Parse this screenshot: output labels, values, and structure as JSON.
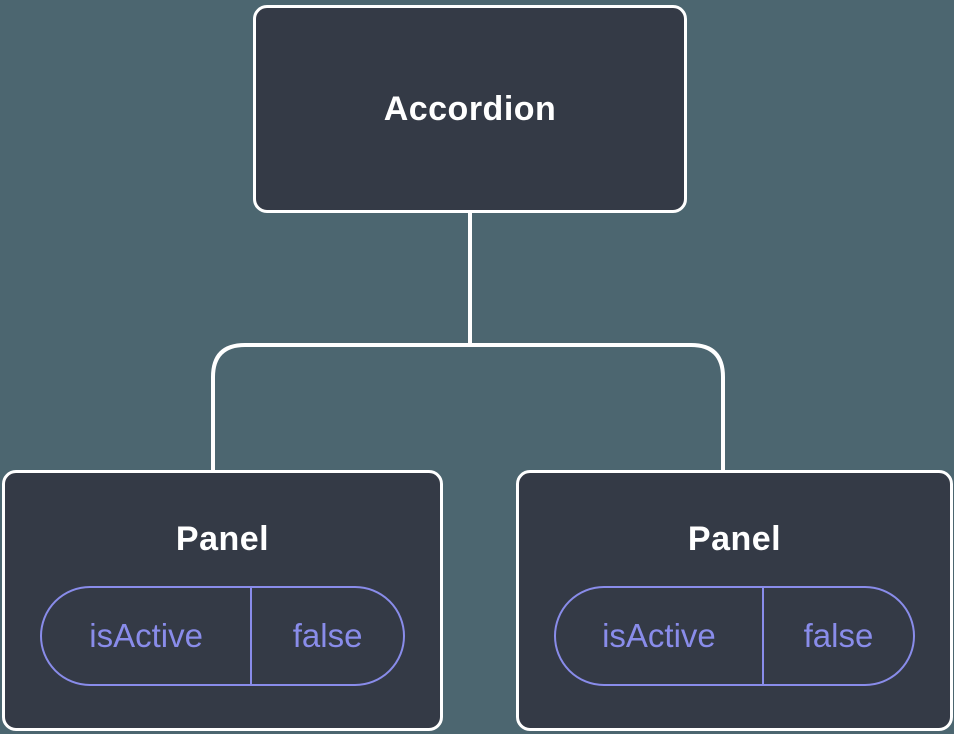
{
  "diagram": {
    "type": "component-tree",
    "root": {
      "label": "Accordion"
    },
    "children": [
      {
        "label": "Panel",
        "state": {
          "name": "isActive",
          "value": "false"
        }
      },
      {
        "label": "Panel",
        "state": {
          "name": "isActive",
          "value": "false"
        }
      }
    ]
  },
  "colors": {
    "background": "#4c6670",
    "card_fill": "#343a46",
    "card_border": "#ffffff",
    "connector": "#ffffff",
    "state_accent": "#898cea",
    "title_color": "#ffffff"
  }
}
